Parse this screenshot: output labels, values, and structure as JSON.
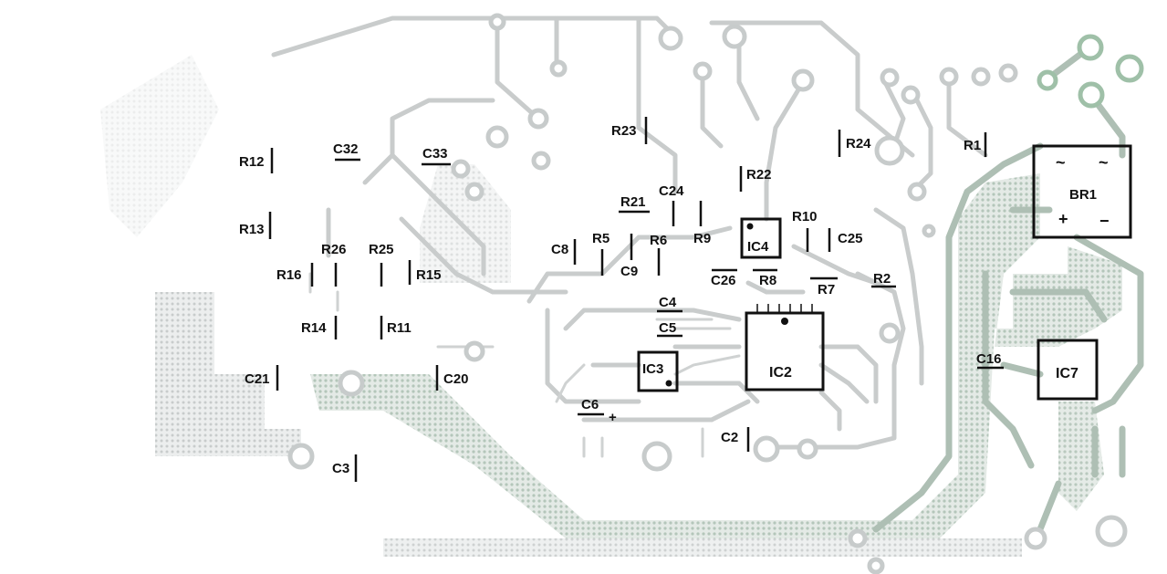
{
  "components": {
    "labels": {
      "R12": "R12",
      "R13": "R13",
      "R16": "R16",
      "R14": "R14",
      "R26": "R26",
      "R25": "R25",
      "R15": "R15",
      "R11": "R11",
      "C32": "C32",
      "C33": "C33",
      "C21": "C21",
      "C20": "C20",
      "C3": "C3",
      "R23": "R23",
      "R21": "R21",
      "C24": "C24",
      "R22": "R22",
      "R24": "R24",
      "R1": "R1",
      "R10": "R10",
      "C25": "C25",
      "C8": "C8",
      "R5": "R5",
      "C9": "C9",
      "R6": "R6",
      "R9": "R9",
      "R8": "R8",
      "C26": "C26",
      "R7": "R7",
      "R2": "R2",
      "C4": "C4",
      "C5": "C5",
      "C6": "C6",
      "C2": "C2",
      "C16": "C16",
      "IC2": "IC2",
      "IC3": "IC3",
      "IC4": "IC4",
      "IC7": "IC7",
      "BR1": "BR1"
    },
    "symbols": {
      "plus": "+",
      "minus": "−",
      "tilde": "~"
    }
  },
  "colors": {
    "trace": "#c9cccc",
    "ground_plane": "#aebfb4",
    "ink": "#111111",
    "background": "#ffffff"
  }
}
